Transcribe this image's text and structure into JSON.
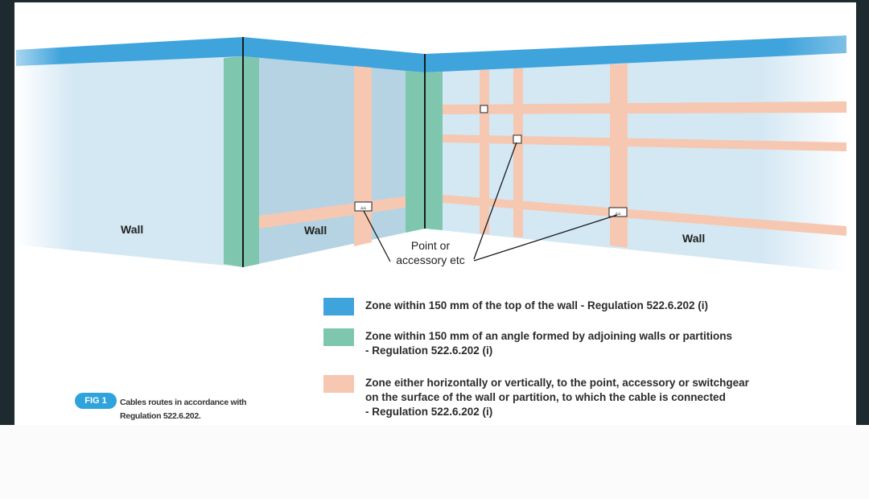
{
  "diagram": {
    "walls": [
      {
        "label": "Wall"
      },
      {
        "label": "Wall"
      },
      {
        "label": "Wall"
      }
    ],
    "callout": {
      "line1": "Point or",
      "line2": "accessory etc"
    },
    "colors": {
      "top_zone": "#3fa3dc",
      "angle_zone": "#7ec7ae",
      "route_zone": "#f6c8b1",
      "wall_fill": "#d4e8f4",
      "wall_shadow": "#b5d3e3"
    }
  },
  "legend": [
    {
      "color": "#3fa3dc",
      "lines": [
        "Zone within 150 mm of the top of the wall - Regulation 522.6.202 (i)"
      ]
    },
    {
      "color": "#7ec7ae",
      "lines": [
        "Zone within 150 mm of an angle formed by adjoining walls or partitions",
        "- Regulation 522.6.202 (i)"
      ]
    },
    {
      "color": "#f6c8b1",
      "lines": [
        "Zone either horizontally or vertically, to the point, accessory or switchgear",
        "on the surface of the wall or partition, to which the cable is connected",
        "- Regulation 522.6.202 (i)"
      ]
    }
  ],
  "figure": {
    "badge": "FIG 1",
    "caption_line1": "Cables routes in accordance with",
    "caption_line2": "Regulation 522.6.202."
  }
}
